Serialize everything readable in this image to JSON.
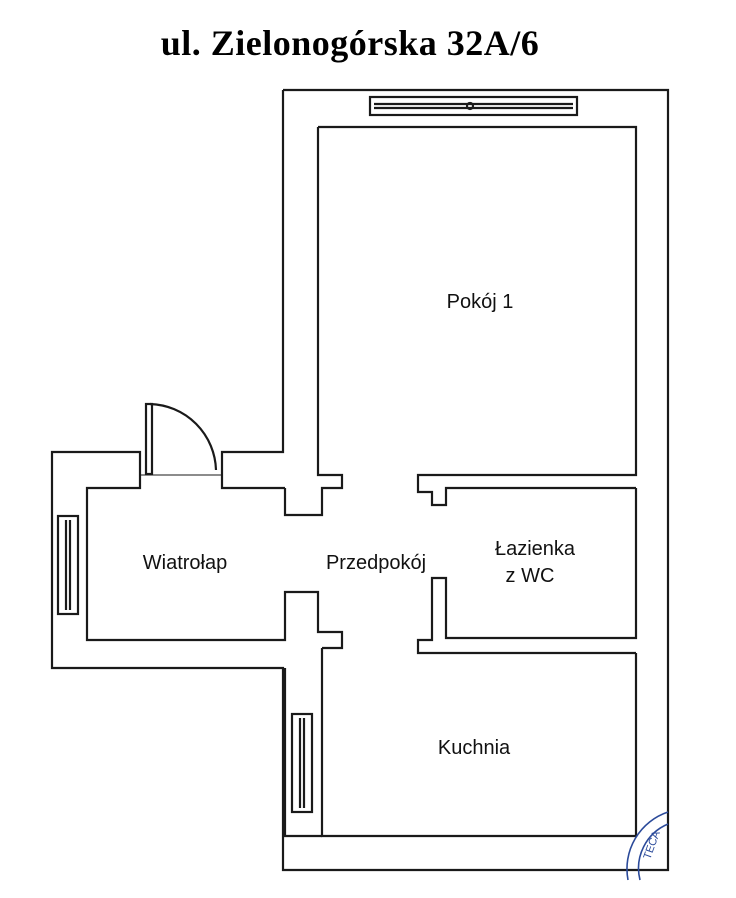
{
  "title": "ul. Zielonogórska 32A/6",
  "rooms": {
    "pokoj": "Pokój 1",
    "lazienka_line1": "Łazienka",
    "lazienka_line2": "z WC",
    "wiatrolap": "Wiatrołap",
    "przedpokoj": "Przedpokój",
    "kuchnia": "Kuchnia"
  },
  "stamp_fragment": "TECA",
  "colors": {
    "line": "#1a1a1a",
    "stamp": "#2b4a9a",
    "background": "#ffffff"
  }
}
